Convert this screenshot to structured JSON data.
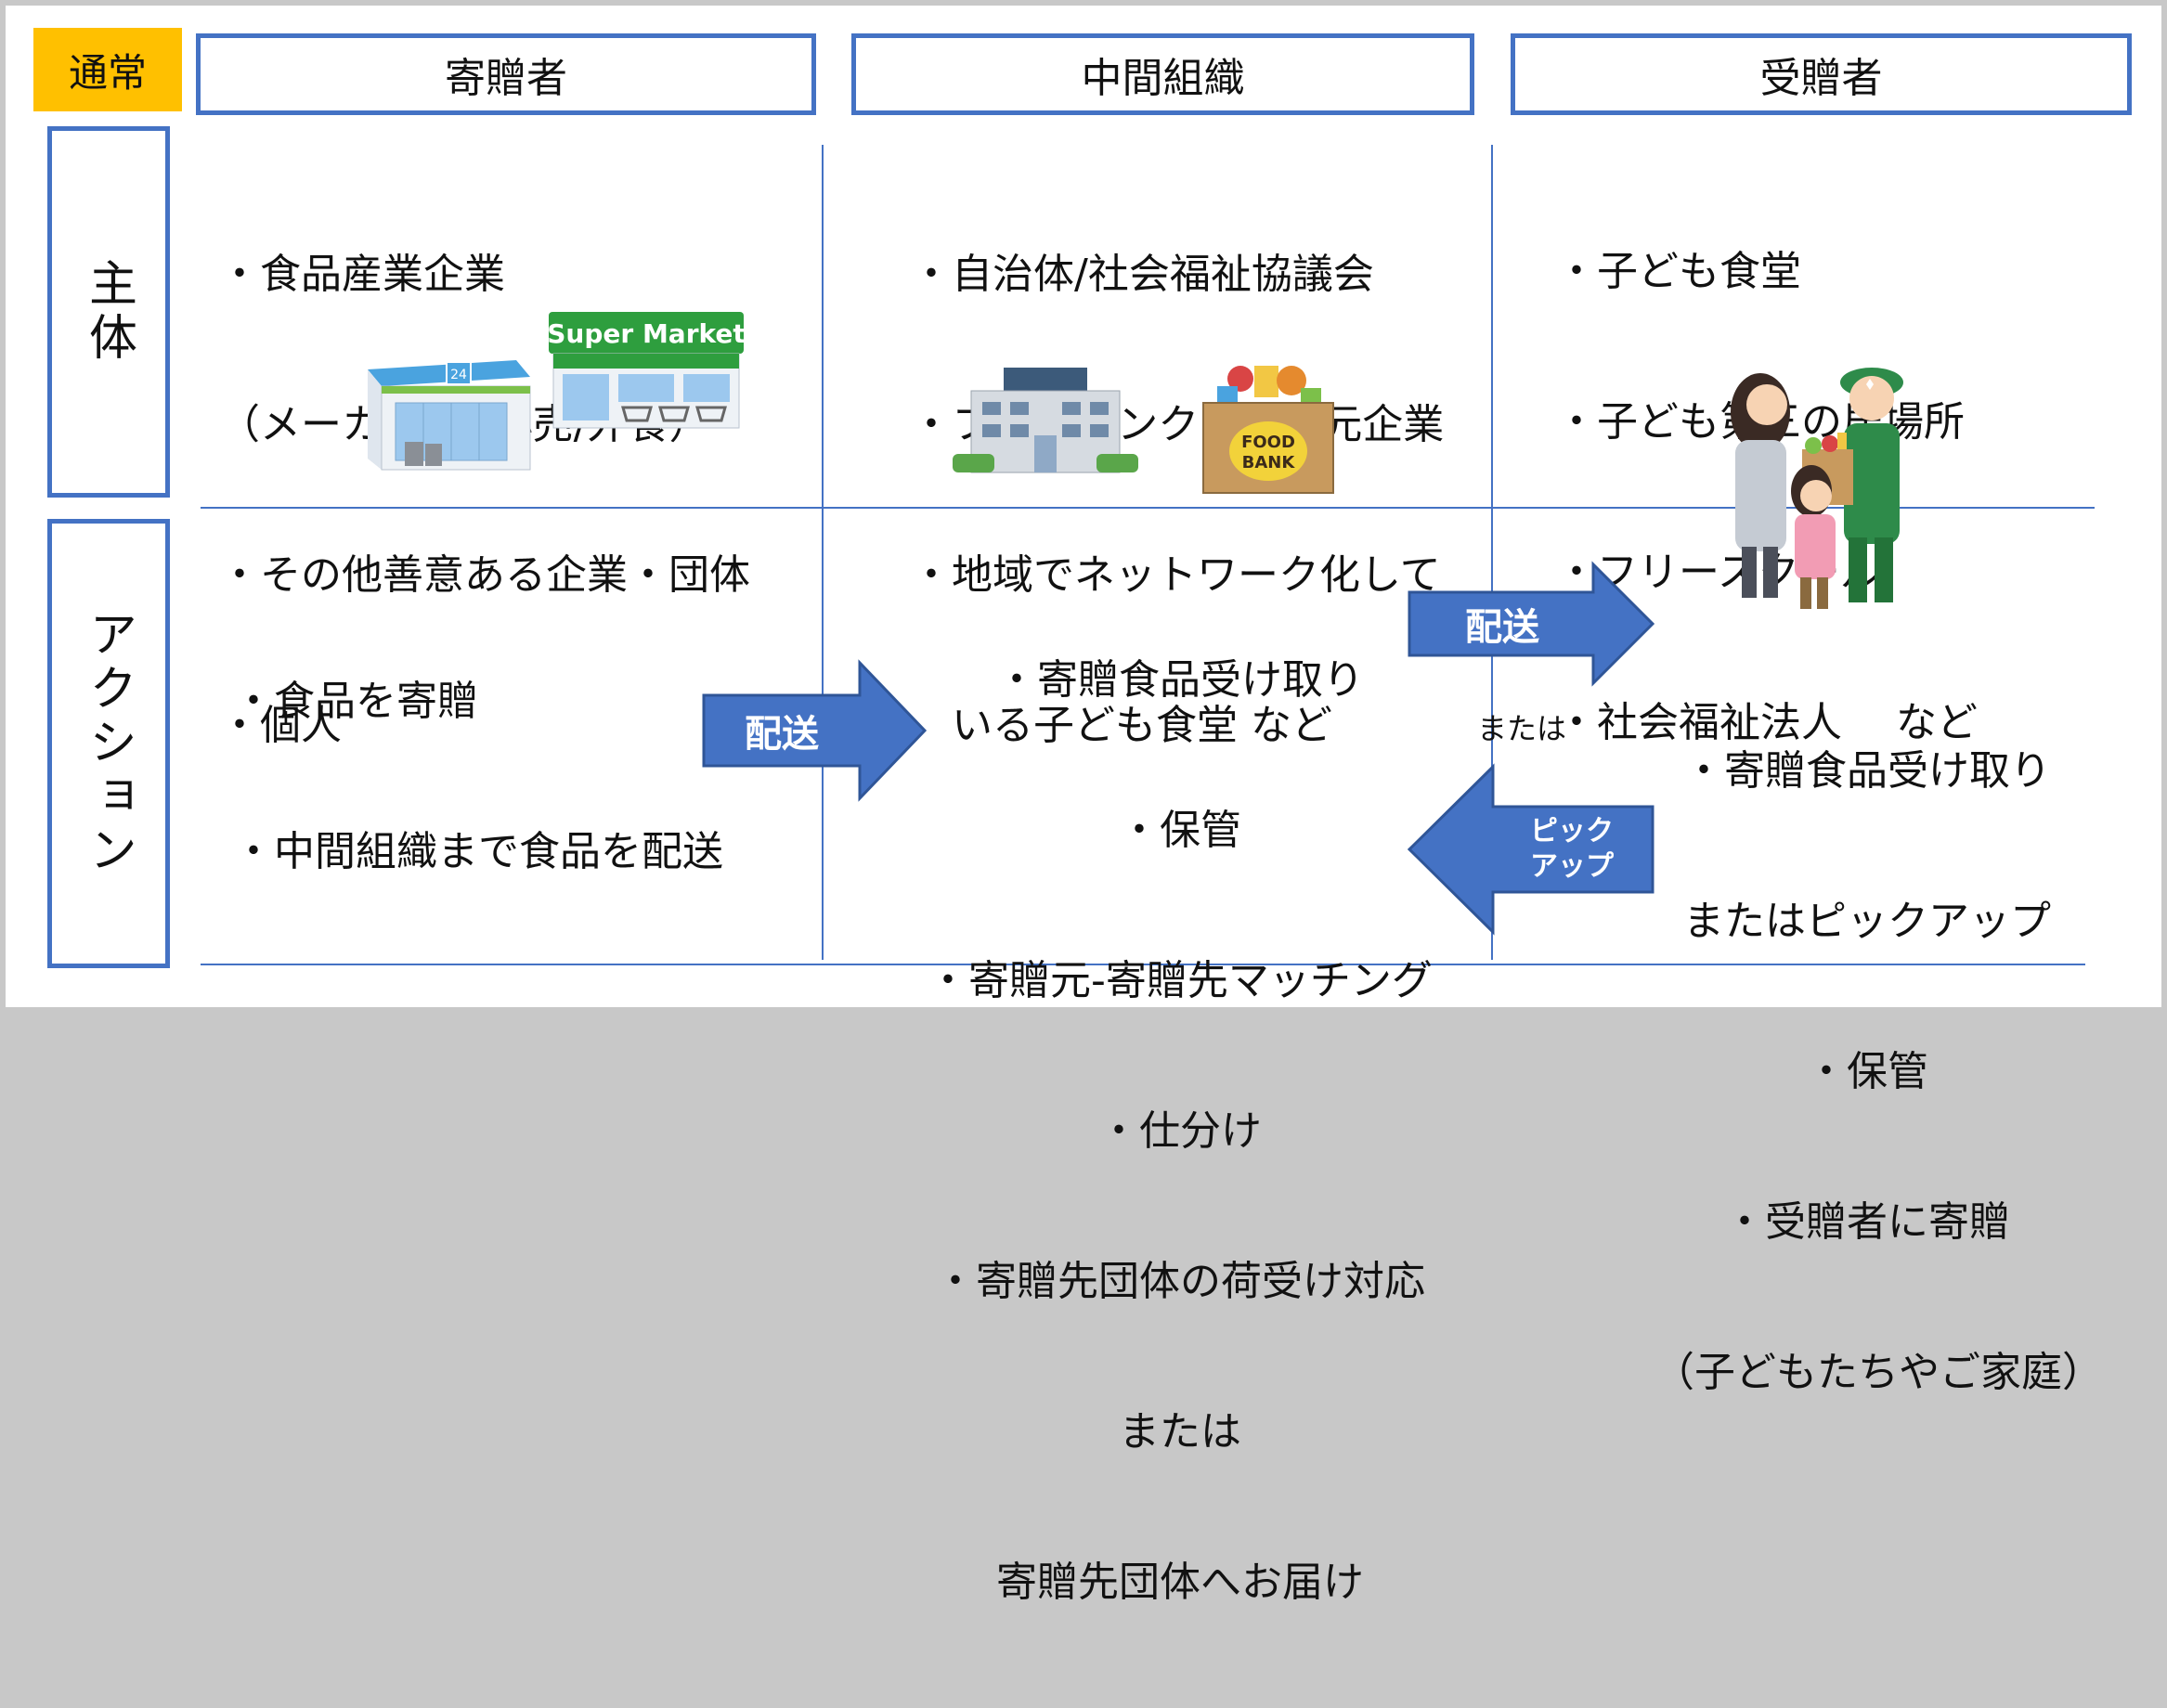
{
  "badge": "通常",
  "headers": {
    "donor": "寄贈者",
    "intermediary": "中間組織",
    "recipient": "受贈者"
  },
  "rows": {
    "entity": "主体",
    "action": "アクション"
  },
  "entities": {
    "donor": [
      "・食品産業企業",
      "（メーカー/卸/小売/外食）",
      "・その他善意ある企業・団体",
      "・個人"
    ],
    "intermediary": [
      "・自治体/社会福祉協議会",
      "・フードバンク　・地元企業",
      "・地域でネットワーク化して",
      "　いる子ども食堂 など"
    ],
    "recipient": [
      "・子ども食堂",
      "・子ども第三の居場所",
      "・フリースクール",
      "・社会福祉法人　 など"
    ]
  },
  "actions": {
    "donor": [
      "・食品を寄贈",
      "・中間組織まで食品を配送"
    ],
    "intermediary": [
      "・寄贈食品受け取り",
      "・保管",
      "・寄贈元-寄贈先マッチング",
      "・仕分け",
      "・寄贈先団体の荷受け対応",
      "または",
      "寄贈先団体へお届け"
    ],
    "recipient": [
      "・寄贈食品受け取り",
      "またはピックアップ",
      "・保管",
      "・受贈者に寄贈",
      "（子どもたちやご家庭）"
    ]
  },
  "arrows": {
    "delivery1": "配送",
    "delivery2": "配送",
    "or": "または",
    "pickup": "ピック\nアップ"
  },
  "illustrations": {
    "supermarket_sign": "Super Market",
    "store_number": "24",
    "foodbank_line1": "FOOD",
    "foodbank_line2": "BANK"
  },
  "colors": {
    "accent": "#4472c4",
    "badge": "#ffc000",
    "arrow": "#4472c4"
  }
}
